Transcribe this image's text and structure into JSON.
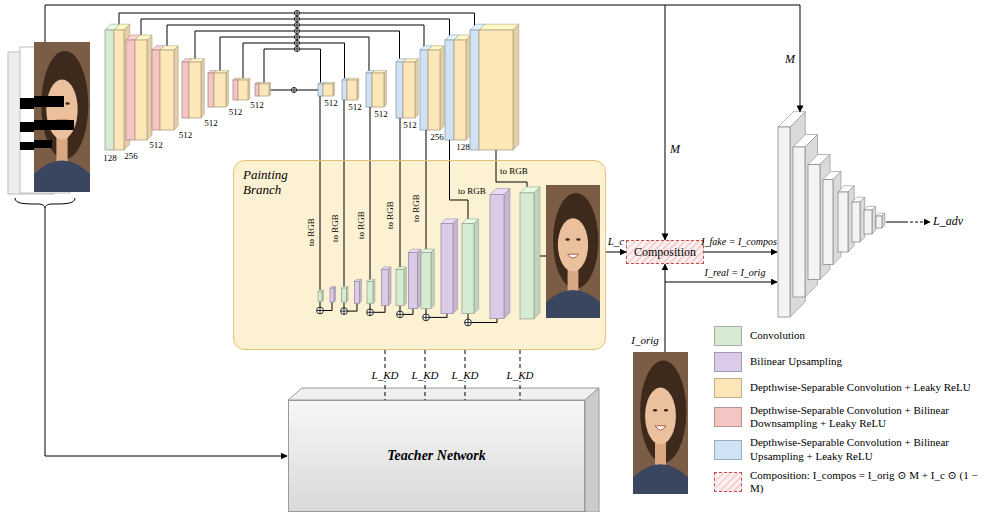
{
  "diagram": {
    "nodes": [
      {
        "text": [
          "Painting Branch"
        ]
      },
      {
        "text": [
          "Composition"
        ]
      },
      {
        "text": [
          "Teacher Network"
        ]
      }
    ],
    "edges": [
      {
        "from": 0,
        "to": 1,
        "arrow": "to",
        "label": "L_c"
      },
      {
        "from": 0,
        "to": 2,
        "arrow": "none",
        "label": "L_KD"
      },
      {
        "from": 0,
        "to": 2,
        "arrow": "none",
        "label": "L_KD"
      },
      {
        "from": 0,
        "to": 2,
        "arrow": "none",
        "label": "L_KD"
      },
      {
        "from": 0,
        "to": 2,
        "arrow": "none",
        "label": "L_KD"
      }
    ],
    "labels": [
      "128",
      "256",
      "512",
      "512",
      "512",
      "512",
      "512",
      "512",
      "512",
      "512",
      "512",
      "256",
      "128",
      "to RGB",
      "to RGB",
      "to RGB",
      "to RGB",
      "to RGB",
      "to RGB",
      "to RGB",
      "M",
      "M",
      "I_fake = I_compos",
      "I_orig",
      "I_real = I_orig",
      "L_adv"
    ],
    "legend": [
      {
        "text": "Convolution",
        "color": "#d6ecd2"
      },
      {
        "text": "Bilinear Upsampling",
        "color": "#dccbe8"
      },
      {
        "text": "Depthwise-Separable Convolution + Leaky ReLU",
        "color": "#fde7b9"
      },
      {
        "text": "Depthwise-Separable Convolution + Bilinear Downsampling + Leaky ReLU",
        "color": "#f5c5c4"
      },
      {
        "text": "Depthwise-Separable Convolution + Bilinear Upsampling + Leaky ReLU",
        "color": "#cfe3f5"
      },
      {
        "text": "Composition: I_compos = I_orig ⊙ M + I_c ⊙ (1 − M)"
      }
    ]
  }
}
